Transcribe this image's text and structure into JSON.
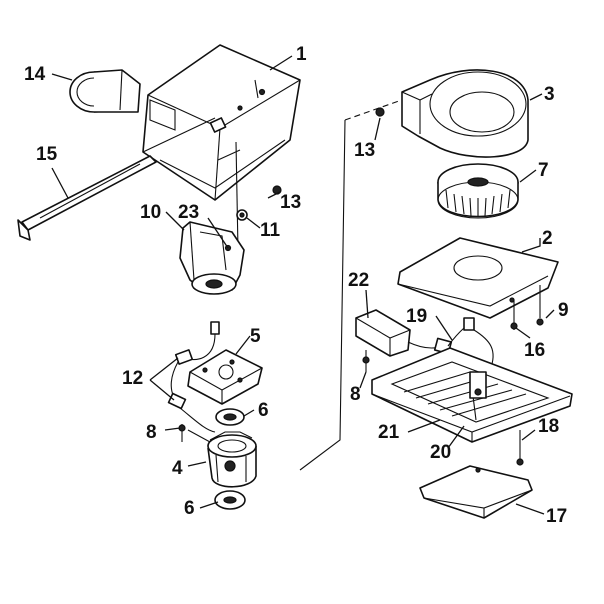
{
  "callouts": {
    "c1": "1",
    "c2": "2",
    "c3": "3",
    "c4": "4",
    "c5": "5",
    "c6a": "6",
    "c6b": "6",
    "c7": "7",
    "c8a": "8",
    "c8b": "8",
    "c9": "9",
    "c10": "10",
    "c11": "11",
    "c12": "12",
    "c13a": "13",
    "c13b": "13",
    "c14": "14",
    "c15": "15",
    "c16": "16",
    "c17": "17",
    "c18": "18",
    "c19": "19",
    "c20": "20",
    "c21": "21",
    "c22": "22",
    "c23": "23"
  },
  "parts": {
    "housing": "housing",
    "duct_connector": "duct-connector",
    "hanger_bar": "hanger-bar",
    "blower_scroll": "blower-scroll",
    "blower_wheel": "blower-wheel",
    "motor_plate": "motor-plate",
    "grille": "grille",
    "motor": "motor"
  }
}
